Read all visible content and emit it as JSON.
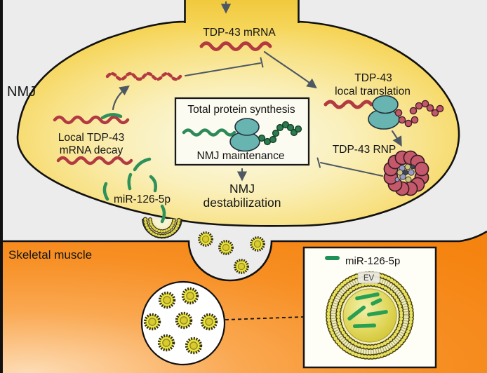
{
  "figure": {
    "type": "pathway-diagram",
    "regions": {
      "nmj_label": "NMJ",
      "skeletal_muscle_label": "Skeletal muscle"
    },
    "labels": {
      "tdp43_mrna": "TDP-43 mRNA",
      "local_translation_line1": "TDP-43",
      "local_translation_line2": "local translation",
      "tdp43_rnp": "TDP-43 RNP",
      "central_box_top": "Total protein synthesis",
      "central_box_bottom": "NMJ maintenance",
      "destabilization_line1": "NMJ",
      "destabilization_line2": "destabilization",
      "mrna_decay_line1": "Local TDP-43",
      "mrna_decay_line2": "mRNA decay",
      "mir_126_5p": "miR-126-5p",
      "inset_legend_mir": "miR-126-5p",
      "ev_label": "EV"
    },
    "relationships": [
      "axon -> TDP-43 mRNA (arrow)",
      "TDP-43 mRNA -> TDP-43 local translation (arrow)",
      "decayed mRNA -| TDP-43 mRNA (inhibition)",
      "Local TDP-43 mRNA decay -> decayed mRNA (arrow)",
      "local translation ribosome -> TDP-43 RNP (arrow)",
      "TDP-43 RNP -| Total protein synthesis / NMJ maintenance (inhibition)",
      "Total protein synthesis box -> NMJ destabilization (arrow)",
      "muscle EVs carrying miR-126-5p -> NMJ bouton (fusion)"
    ],
    "colors": {
      "background_grey": "#ececec",
      "bouton_yellow_edge": "#f5d049",
      "bouton_yellow_center": "#fcf9e6",
      "muscle_orange": "#f5830f",
      "muscle_orange_light": "#fddcb5",
      "mrna_red": "#b23a40",
      "mirna_green": "#2d9159",
      "protein_green": "#2d7b4e",
      "ribosome_teal": "#68b4b1",
      "tdp43_pink": "#c4586b",
      "rnp_purple": "#999bc9",
      "arrow_slate": "#4d5863",
      "vesicle_yellow": "#eae13d",
      "outline_black": "#111111"
    }
  }
}
